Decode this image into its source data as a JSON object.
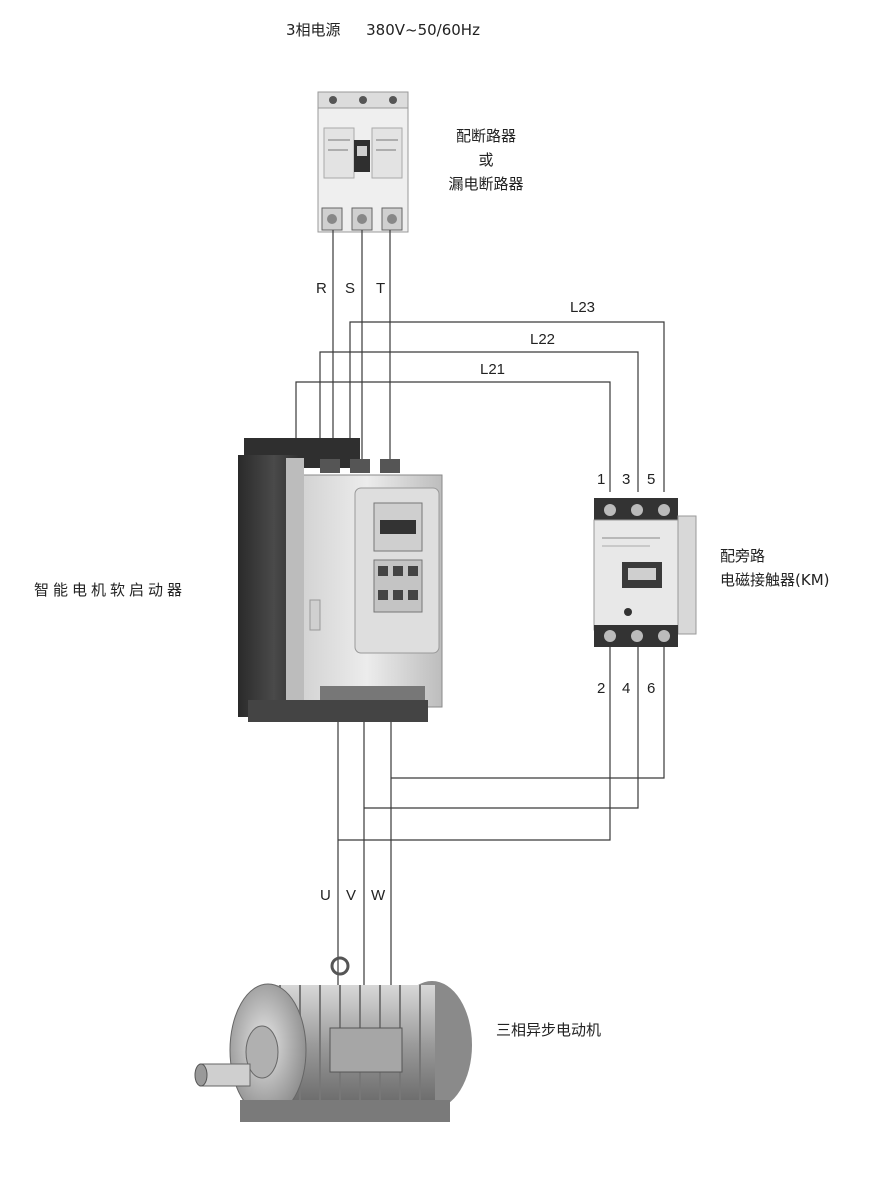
{
  "power": {
    "label": "3相电源",
    "spec": "380V~50/60Hz"
  },
  "breaker": {
    "line1": "配断路器",
    "line2": "或",
    "line3": "漏电断路器"
  },
  "softstarter": {
    "label": "智能电机软启动器"
  },
  "contactor": {
    "line1": "配旁路",
    "line2": "电磁接触器(KM)"
  },
  "motor": {
    "label": "三相异步电动机"
  },
  "terminals": {
    "input": [
      "R",
      "S",
      "T"
    ],
    "output": [
      "U",
      "V",
      "W"
    ],
    "contactor_top": [
      "1",
      "3",
      "5"
    ],
    "contactor_bottom": [
      "2",
      "4",
      "6"
    ],
    "bypass": [
      "L21",
      "L22",
      "L23"
    ]
  }
}
